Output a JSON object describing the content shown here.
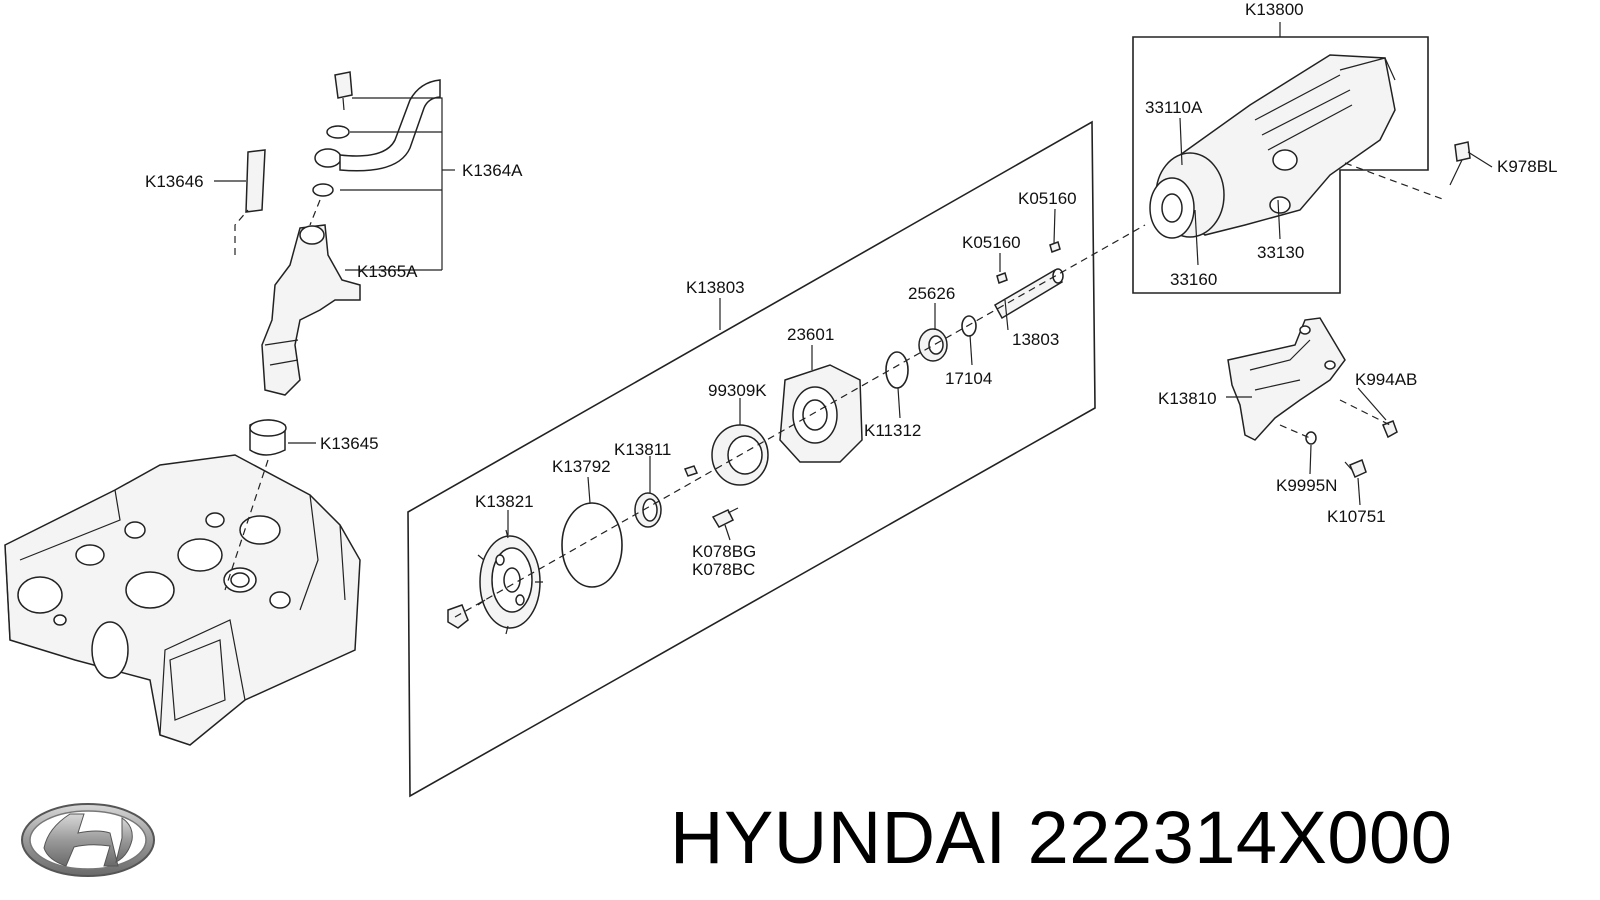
{
  "brand": "HYUNDAI",
  "part_number": "222314X000",
  "logo": {
    "icon": "hyundai-logo-icon"
  },
  "labels": {
    "k13800": "K13800",
    "k33110a": "33110A",
    "k978bl": "K978BL",
    "k05160_a": "K05160",
    "k05160_b": "K05160",
    "k33130": "33130",
    "k33160": "33160",
    "k13803_box": "K13803",
    "k25626": "25626",
    "k23601": "23601",
    "k13803_shaft": "13803",
    "k17104": "17104",
    "k99309k": "99309K",
    "k11312": "K11312",
    "k13811": "K13811",
    "k13792": "K13792",
    "k13821": "K13821",
    "k078bg": "K078BG",
    "k078bc": "K078BC",
    "k13810": "K13810",
    "k994ab": "K994AB",
    "k9995n": "K9995N",
    "k10751": "K10751",
    "k13646": "K13646",
    "k1364a": "K1364A",
    "k1365a": "K1365A",
    "k13645": "K13645"
  },
  "colors": {
    "line": "#222222",
    "text": "#111111",
    "background": "#ffffff"
  }
}
